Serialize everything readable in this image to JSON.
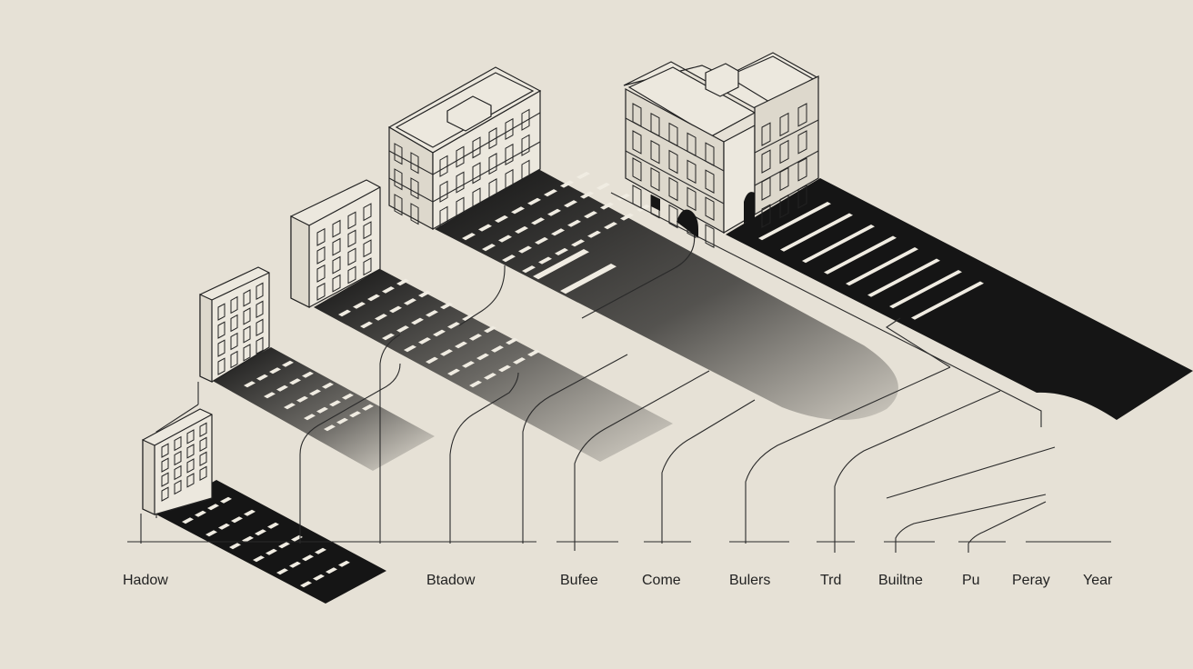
{
  "axis_labels": [
    "Hadow",
    "Btadow",
    "Bufee",
    "Come",
    "Bulers",
    "Trd",
    "Builtne",
    "Pu",
    "Peray",
    "Year"
  ],
  "colors": {
    "background": "#e6e1d6",
    "ink": "#151515",
    "paper": "#ece8de"
  },
  "icons": [
    "building-icon"
  ]
}
